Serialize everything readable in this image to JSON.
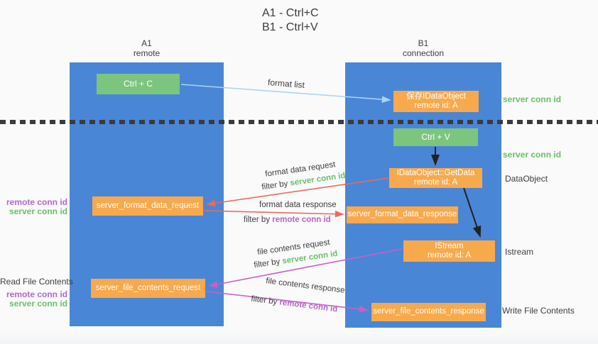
{
  "title": {
    "line1": "A1 - Ctrl+C",
    "line2": "B1 - Ctrl+V"
  },
  "lanes": {
    "a1": {
      "id": "A1",
      "subtitle": "remote"
    },
    "b1": {
      "id": "B1",
      "subtitle": "connection"
    }
  },
  "nodes": {
    "ctrl_c": {
      "label": "Ctrl + C"
    },
    "save_idataobject": {
      "line1": "保存IDataObject",
      "line2": "remote id: A"
    },
    "ctrl_v": {
      "label": "Ctrl + V"
    },
    "getdata": {
      "line1": "IDataObject::GetData",
      "line2": "remote id: A"
    },
    "server_format_data_request": {
      "label": "server_format_data_request"
    },
    "server_format_data_response": {
      "label": "server_format_data_response"
    },
    "istream": {
      "line1": "IStream",
      "line2": "remote id: A"
    },
    "server_file_contents_request": {
      "label": "server_file_contents_request"
    },
    "server_file_contents_response": {
      "label": "server_file_contents_response"
    }
  },
  "edge_labels": {
    "format_list": "format list",
    "format_data_request": "format data request",
    "format_data_response": "format data response",
    "file_contents_request": "file contents request",
    "file_contents_response": "file contents response",
    "filter_by": "filter by",
    "server_conn_id": "server conn id",
    "remote_conn_id": "remote conn id"
  },
  "side_labels": {
    "right_top_server_conn_id": "server conn id",
    "right_mid_server_conn_id": "server conn id",
    "dataobject": "DataObject",
    "istream": "Istream",
    "write_file_contents": "Write File Contents",
    "read_file_contents": "Read File Contents",
    "left_remote_conn_id_top": "remote conn id",
    "left_server_conn_id_top": "server conn id",
    "left_remote_conn_id_bottom": "remote conn id",
    "left_server_conn_id_bottom": "server conn id"
  },
  "colors": {
    "lane_blue": "#4a86d6",
    "box_green": "#7cc57e",
    "box_orange": "#f8a94c",
    "arrow_red": "#e96a5e",
    "arrow_magenta": "#c95fc8",
    "arrow_lightblue": "#a9d3f1",
    "arrow_black": "#222222",
    "label_green": "#6abf6a",
    "label_purple": "#b168c9",
    "text_dark": "#3d3d3d"
  }
}
